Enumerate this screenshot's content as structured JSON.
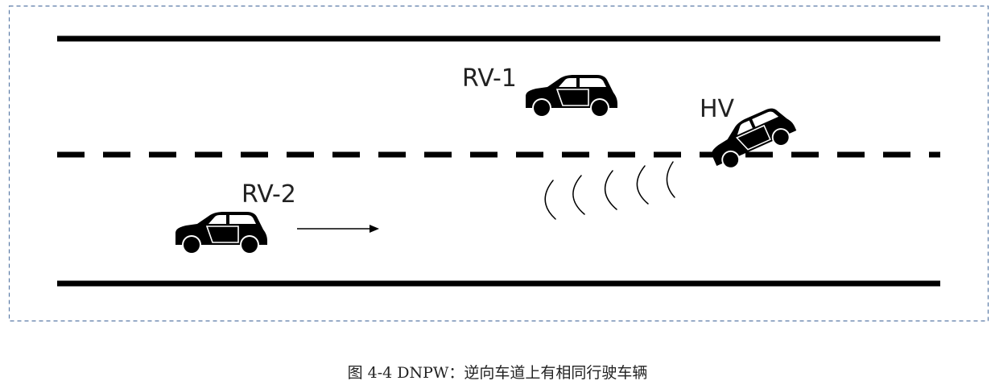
{
  "vehicles": {
    "rv1": "RV-1",
    "rv2": "RV-2",
    "hv": "HV"
  },
  "caption": "图 4-4 DNPW：逆向车道上有相同行驶车辆",
  "colors": {
    "frame": "#5a7aa6",
    "road": "#000000",
    "car": "#000000"
  },
  "icons": {
    "car": "car-icon",
    "signal": "wireless-signal-icon",
    "arrow": "arrow-right-icon"
  }
}
